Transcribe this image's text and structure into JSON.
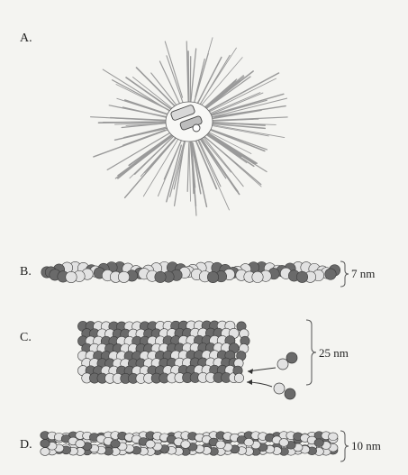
{
  "panels": [
    {
      "label": "A.",
      "type": "intermediate-filament-aster"
    },
    {
      "label": "B.",
      "type": "actin-filament",
      "dimension": "7 nm"
    },
    {
      "label": "C.",
      "type": "microtubule",
      "dimension": "25 nm"
    },
    {
      "label": "D.",
      "type": "intermediate-filament",
      "dimension": "10 nm"
    }
  ],
  "colors": {
    "dark_subunit": "#6a6a6a",
    "light_subunit": "#e2e2e2",
    "outline": "#3a3a3a",
    "filament": "#9a9a9a",
    "background": "#f4f4f1"
  }
}
